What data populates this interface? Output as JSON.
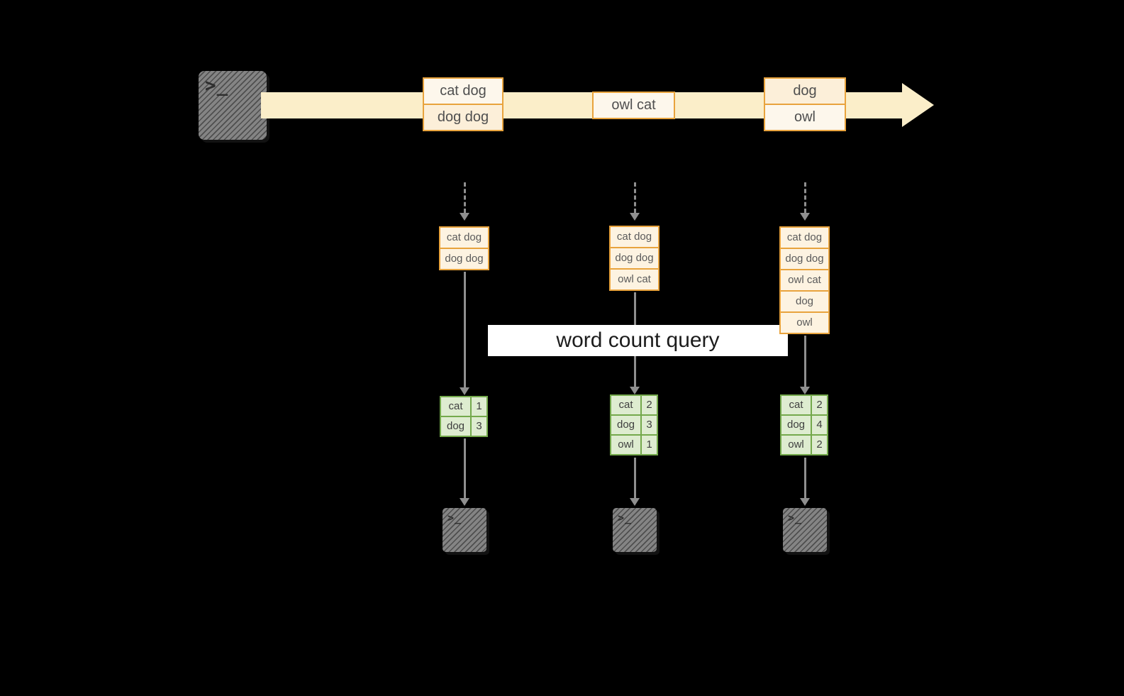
{
  "terminal": {
    "prompt": ">_"
  },
  "stream": {
    "boxes": [
      {
        "rows": [
          "cat dog",
          "dog dog"
        ]
      },
      {
        "rows": [
          "owl cat"
        ]
      },
      {
        "rows": [
          "dog",
          "owl"
        ]
      }
    ]
  },
  "snapshots": [
    {
      "rows": [
        "cat dog",
        "dog dog"
      ]
    },
    {
      "rows": [
        "cat dog",
        "dog dog",
        "owl cat"
      ]
    },
    {
      "rows": [
        "cat dog",
        "dog dog",
        "owl cat",
        "dog",
        "owl"
      ]
    }
  ],
  "banner": {
    "label": "word count query"
  },
  "count_tables": [
    {
      "rows": [
        {
          "word": "cat",
          "count": "1"
        },
        {
          "word": "dog",
          "count": "3"
        }
      ]
    },
    {
      "rows": [
        {
          "word": "cat",
          "count": "2"
        },
        {
          "word": "dog",
          "count": "3"
        },
        {
          "word": "owl",
          "count": "1"
        }
      ]
    },
    {
      "rows": [
        {
          "word": "cat",
          "count": "2"
        },
        {
          "word": "dog",
          "count": "4"
        },
        {
          "word": "owl",
          "count": "2"
        }
      ]
    }
  ],
  "colors": {
    "background": "#000000",
    "stream_fill": "#fbeec9",
    "box_border": "#e8a33d",
    "box_fill": "#fcf1dd",
    "table_border": "#74a94c",
    "table_fill": "#deecd0",
    "arrow": "#8f8f8f",
    "terminal_fill": "#7d7d7d",
    "banner_background": "#ffffff",
    "banner_text": "#1c1c1c"
  }
}
